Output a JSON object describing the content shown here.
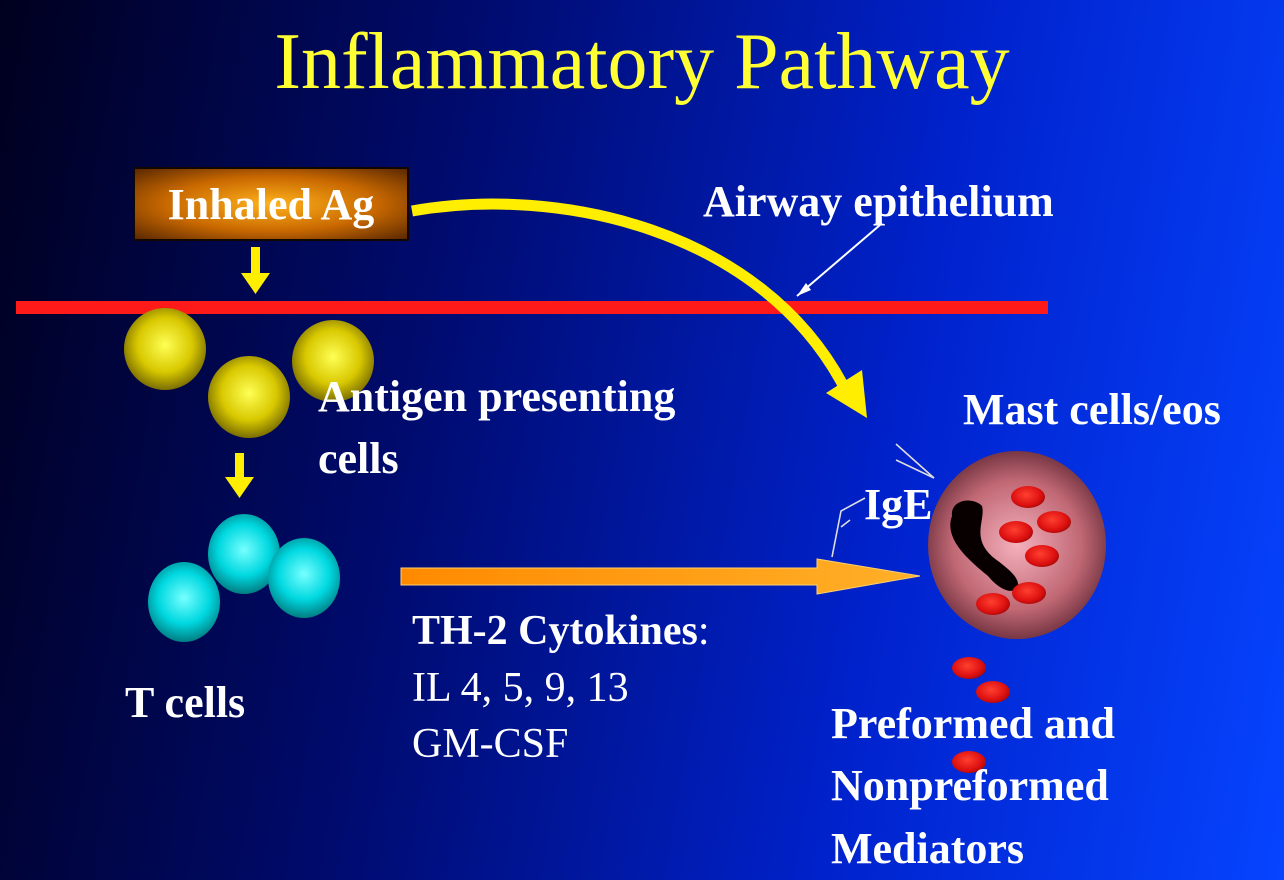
{
  "title": "Inflammatory Pathway",
  "labels": {
    "inhaled_ag": "Inhaled Ag",
    "airway_epithelium": "Airway epithelium",
    "apc_line1": "Antigen presenting",
    "apc_line2": "cells",
    "mast_cells": "Mast cells/eos",
    "ige": "IgE",
    "t_cells": "T cells",
    "cytokines_heading": "TH-2 Cytokines",
    "cytokines_colon": ":",
    "cytokines_line2": "IL 4, 5, 9, 13",
    "cytokines_line3": "GM-CSF",
    "mediators_line1": "Preformed and",
    "mediators_line2": "Nonpreformed",
    "mediators_line3": "Mediators"
  },
  "colors": {
    "title": "#ffff33",
    "epithelium_line": "#ff1a1a",
    "arrow_yellow": "#ffee00",
    "arrow_orange": "#ff9c1a"
  }
}
